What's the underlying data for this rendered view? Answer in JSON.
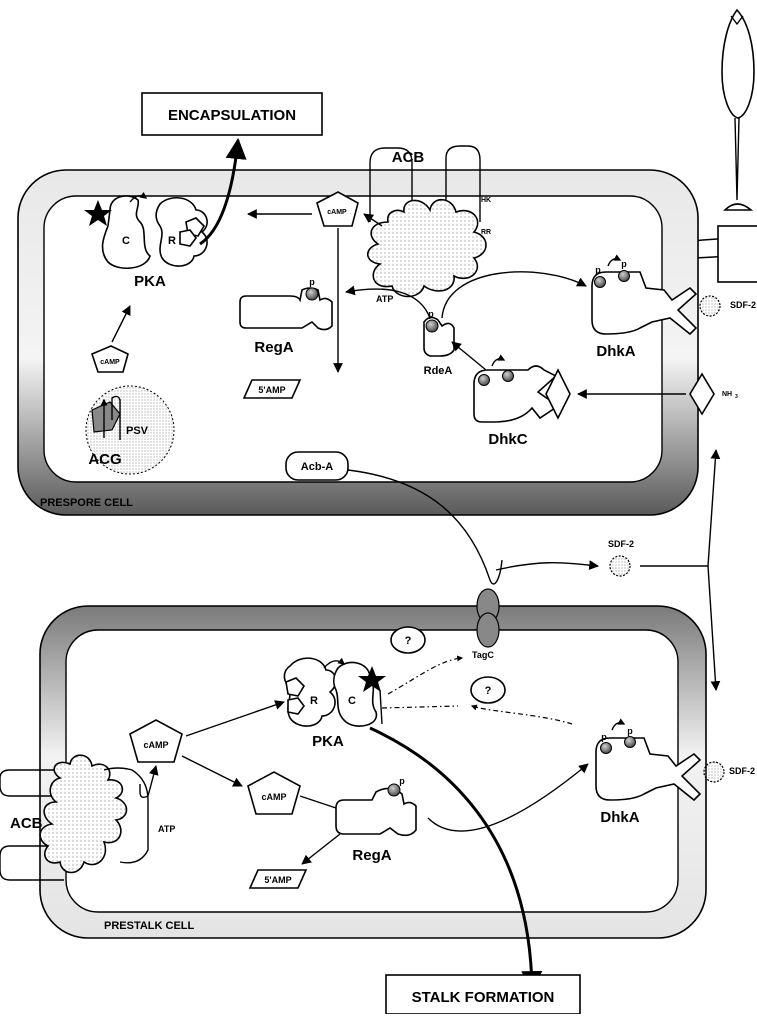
{
  "labels": {
    "encapsulation": "ENCAPSULATION",
    "stalk_formation": "STALK FORMATION",
    "prespore_cell": "PRESPORE CELL",
    "prestalk_cell": "PRESTALK CELL",
    "acb_top": "ACB",
    "acb_bottom": "ACB",
    "hk": "HK",
    "rr": "RR",
    "atp_top": "ATP",
    "atp_bottom": "ATP",
    "camp": "cAMP",
    "five_amp": "5'AMP",
    "pka": "PKA",
    "pka_c": "C",
    "pka_r": "R",
    "rega": "RegA",
    "rdea": "RdeA",
    "dhka": "DhkA",
    "dhkc": "DhkC",
    "sdf2": "SDF-2",
    "nh3": "NH",
    "nh3_sub": "3",
    "acg": "ACG",
    "psv": "PSV",
    "acba": "Acb-A",
    "tagc": "TagC",
    "question": "?",
    "p": "p"
  }
}
